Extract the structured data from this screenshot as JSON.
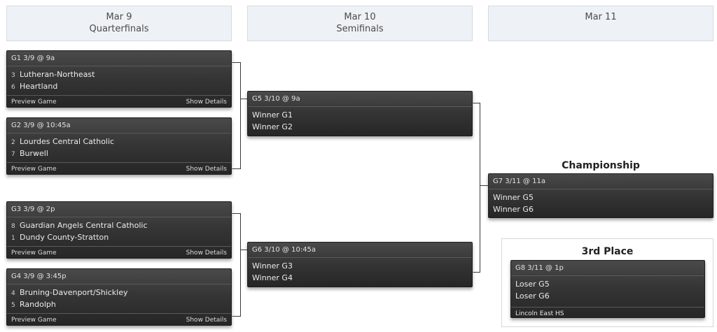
{
  "rounds": [
    {
      "date": "Mar 9",
      "name": "Quarterfinals"
    },
    {
      "date": "Mar 10",
      "name": "Semifinals"
    },
    {
      "date": "Mar 11",
      "name": ""
    }
  ],
  "quarterfinals": [
    {
      "header": "G1 3/9 @ 9a",
      "teams": [
        {
          "seed": "3",
          "name": "Lutheran-Northeast"
        },
        {
          "seed": "6",
          "name": "Heartland"
        }
      ],
      "preview": "Preview Game",
      "details": "Show Details"
    },
    {
      "header": "G2 3/9 @ 10:45a",
      "teams": [
        {
          "seed": "2",
          "name": "Lourdes Central Catholic"
        },
        {
          "seed": "7",
          "name": "Burwell"
        }
      ],
      "preview": "Preview Game",
      "details": "Show Details"
    },
    {
      "header": "G3 3/9 @ 2p",
      "teams": [
        {
          "seed": "8",
          "name": "Guardian Angels Central Catholic"
        },
        {
          "seed": "1",
          "name": "Dundy County-Stratton"
        }
      ],
      "preview": "Preview Game",
      "details": "Show Details"
    },
    {
      "header": "G4 3/9 @ 3:45p",
      "teams": [
        {
          "seed": "4",
          "name": "Bruning-Davenport/Shickley"
        },
        {
          "seed": "5",
          "name": "Randolph"
        }
      ],
      "preview": "Preview Game",
      "details": "Show Details"
    }
  ],
  "semifinals": [
    {
      "header": "G5 3/10 @ 9a",
      "teams": [
        "Winner G1",
        "Winner G2"
      ]
    },
    {
      "header": "G6 3/10 @ 10:45a",
      "teams": [
        "Winner G3",
        "Winner G4"
      ]
    }
  ],
  "championship": {
    "title": "Championship",
    "header": "G7 3/11 @ 11a",
    "teams": [
      "Winner G5",
      "Winner G6"
    ]
  },
  "third_place": {
    "title": "3rd Place",
    "header": "G8 3/11 @ 1p",
    "teams": [
      "Loser G5",
      "Loser G6"
    ],
    "venue": "Lincoln East HS"
  }
}
